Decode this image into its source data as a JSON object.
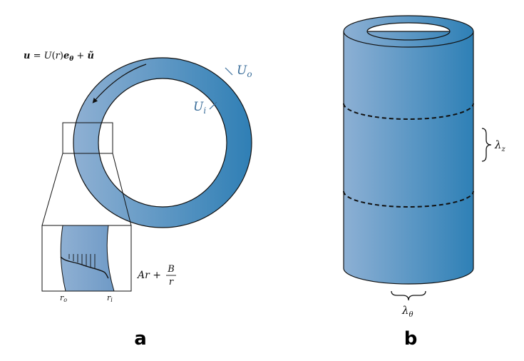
{
  "panel_a": {
    "label": "a",
    "velocity_eq": "u = U(r)eθ + ũ",
    "outer_speed": {
      "base": "U",
      "sub": "o"
    },
    "inner_speed": {
      "base": "U",
      "sub": "i"
    },
    "profile_eq": {
      "lhs": "Ar + ",
      "num": "B",
      "den": "r"
    },
    "r_outer": {
      "base": "r",
      "sub": "o"
    },
    "r_inner": {
      "base": "r",
      "sub": "i"
    }
  },
  "panel_b": {
    "label": "b",
    "lambda_z": {
      "base": "λ",
      "sub": "z"
    },
    "lambda_theta": {
      "base": "λ",
      "sub": "θ"
    }
  },
  "colors": {
    "blue_light": "#8fb0d3",
    "blue_dark": "#2f7fb5",
    "blue_text": "#3b6e9a"
  }
}
